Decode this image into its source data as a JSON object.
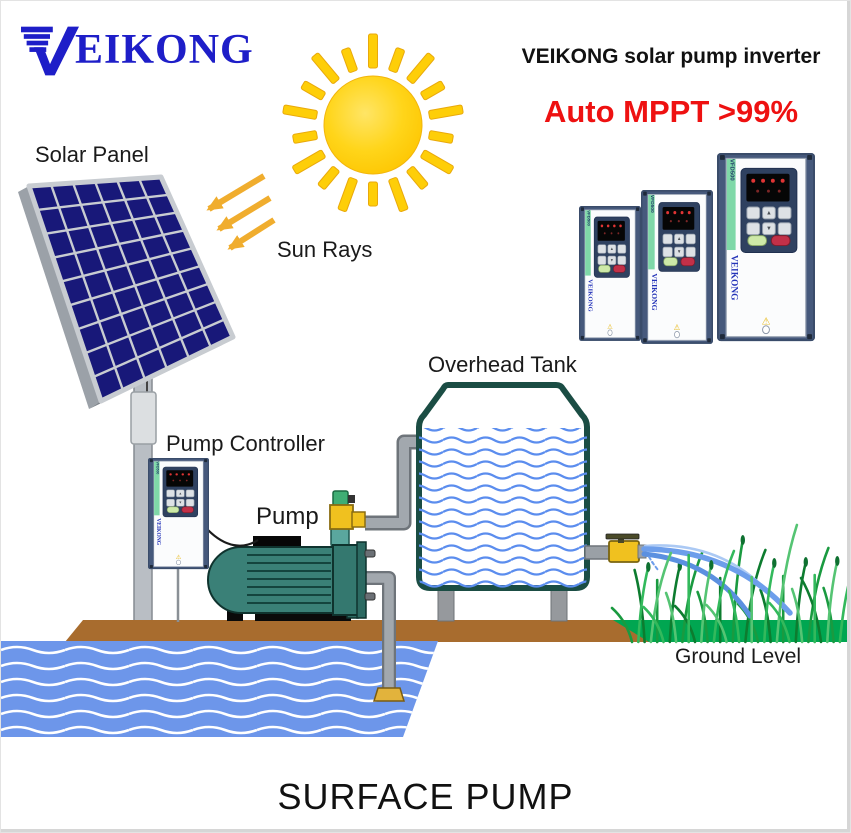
{
  "brand": {
    "name": "VEIKONG",
    "logo_v": "V",
    "logo_rest": "EIKONG"
  },
  "header": {
    "tagline": "VEIKONG solar pump inverter",
    "headline": "Auto MPPT >99%"
  },
  "labels": {
    "solar_panel": "Solar Panel",
    "sun_rays": "Sun Rays",
    "overhead_tank": "Overhead Tank",
    "pump_controller": "Pump Controller",
    "pump": "Pump",
    "ground_level": "Ground Level"
  },
  "inverter": {
    "model": "VFD500",
    "brand": "VEIKONG"
  },
  "icons": {
    "up": "▲",
    "down": "▼",
    "warning": "⚠"
  },
  "footer": {
    "title": "SURFACE PUMP"
  },
  "colors": {
    "logo_blue": "#1e1ec8",
    "headline_red": "#ee1111",
    "sun_yellow": "#ffd21a",
    "ray_arrow_orange": "#f0ad2e",
    "panel_cell_blue": "#181879",
    "tank_outline_teal": "#1b4d44",
    "tank_wave_blue": "#5b8dee",
    "pond_blue": "#6d96ea",
    "platform_brown": "#a86c2e",
    "grass_green": "#00a651",
    "pump_teal": "#3a8077",
    "valve_yellow": "#f0c11f"
  }
}
